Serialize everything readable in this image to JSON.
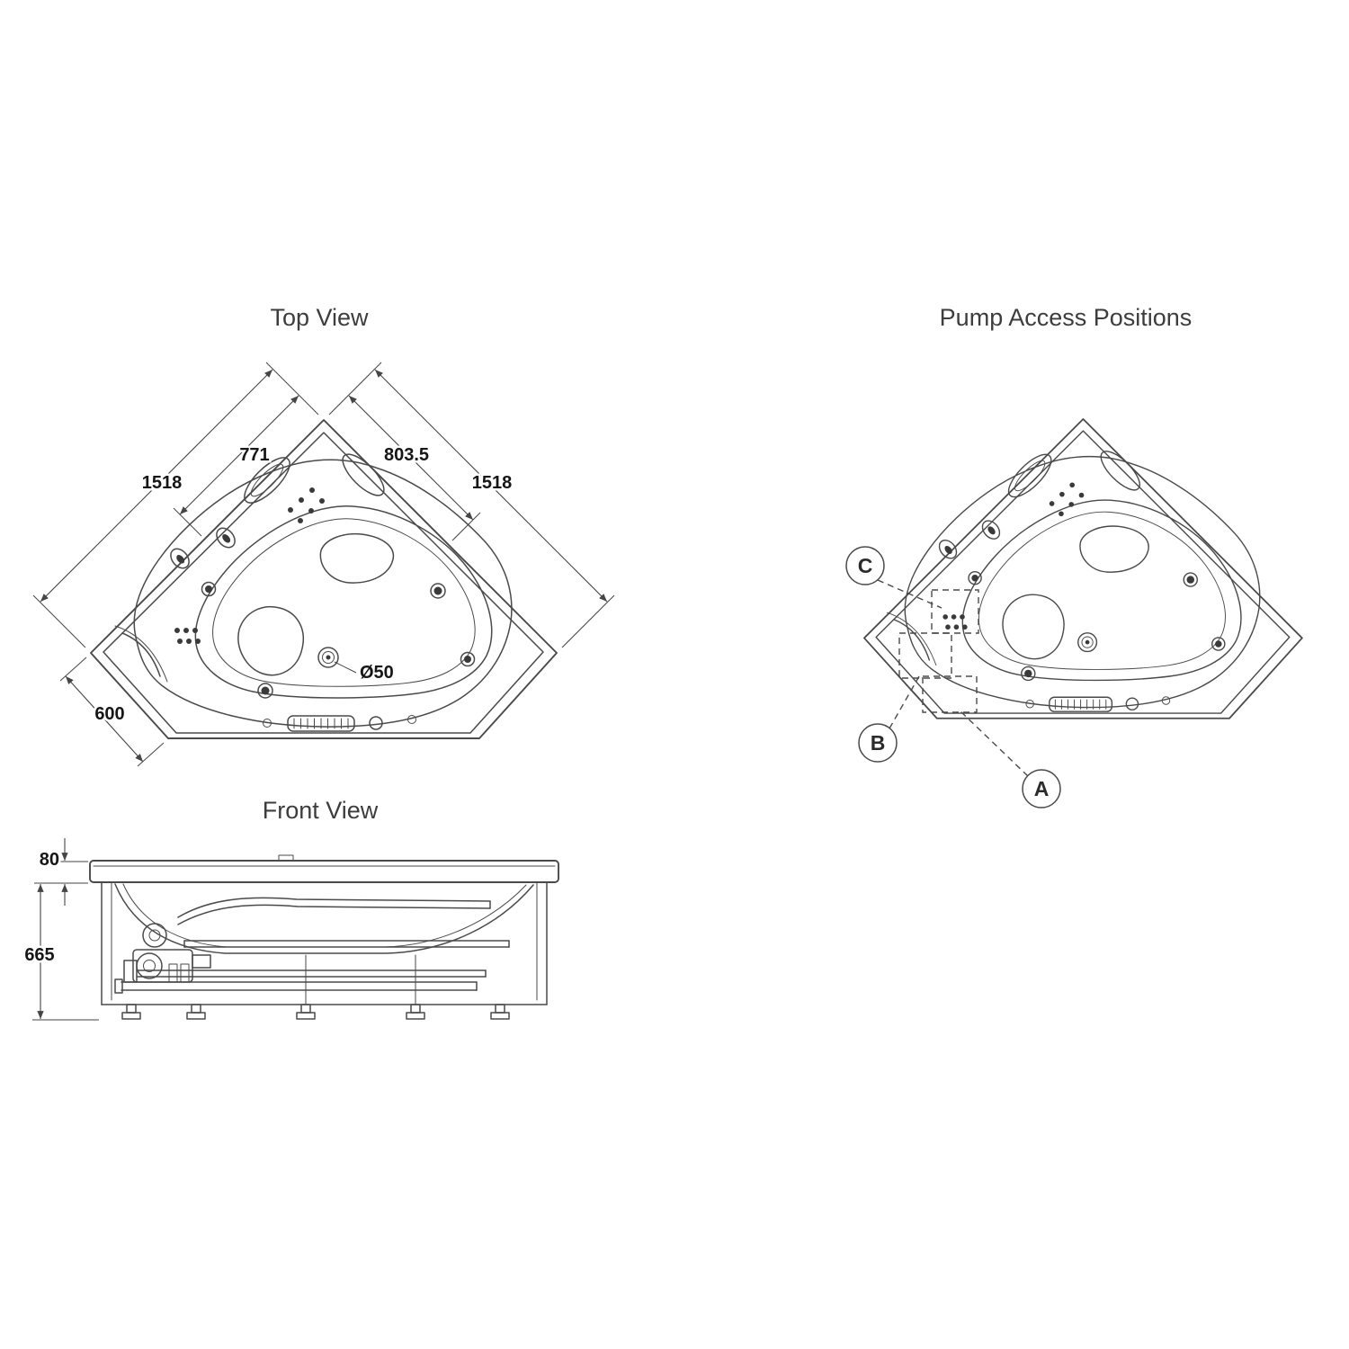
{
  "diagram": {
    "titles": {
      "top_view": "Top View",
      "pump_access": "Pump Access Positions",
      "front_view": "Front View"
    },
    "top_view": {
      "dim_edge_left": "771",
      "dim_edge_right": "803.5",
      "dim_side_left": "1518",
      "dim_side_right": "1518",
      "dim_corner_front": "600",
      "drain_label": "Ø50"
    },
    "front_view": {
      "dim_rim_height": "80",
      "dim_overall_height": "665"
    },
    "pump_access": {
      "position_a": "A",
      "position_b": "B",
      "position_c": "C"
    },
    "colors": {
      "line": "#4a4a4a",
      "dimension_text": "#161616",
      "title_text": "#3d3d3d",
      "background": "#ffffff"
    }
  }
}
